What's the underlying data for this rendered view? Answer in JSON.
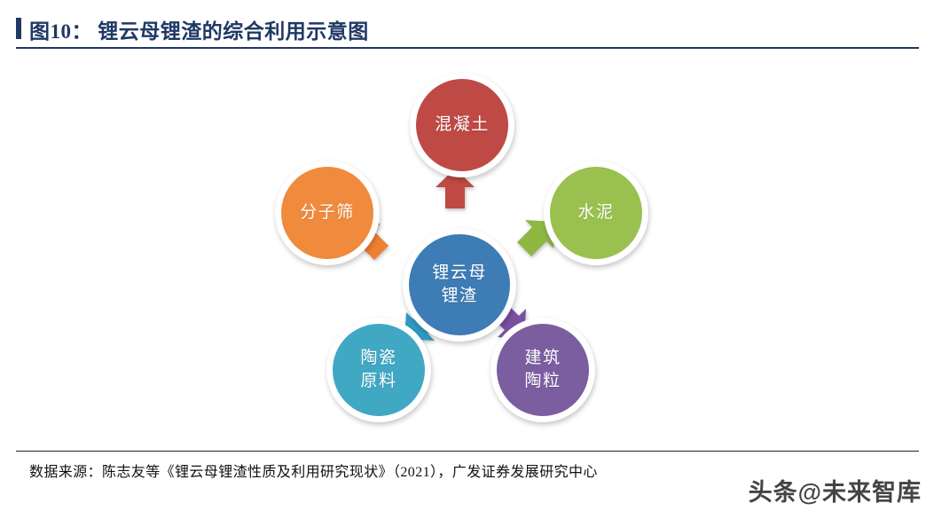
{
  "header": {
    "title": "图10： 锂云母锂渣的综合利用示意图",
    "accent_color": "#1F3864"
  },
  "diagram": {
    "type": "radial-hub-and-spoke",
    "center": {
      "id": "center",
      "label": "锂云母\n锂渣",
      "color": "#3E7CB5",
      "radius": 57
    },
    "spokes": [
      {
        "id": "concrete",
        "label": "混凝土",
        "color": "#BF4A45",
        "arrow_color": "#BF4A45",
        "direction": "up"
      },
      {
        "id": "cement",
        "label": "水泥",
        "color": "#9AC04F",
        "arrow_color": "#8FB842",
        "direction": "up-right"
      },
      {
        "id": "ceramsite",
        "label": "建筑\n陶粒",
        "color": "#7A5EA0",
        "arrow_color": "#7A4FA0",
        "direction": "down-right"
      },
      {
        "id": "ceramic",
        "label": "陶瓷\n原料",
        "color": "#41A8C4",
        "arrow_color": "#2F9AC0",
        "direction": "down-left"
      },
      {
        "id": "sieve",
        "label": "分子筛",
        "color": "#F08A3C",
        "arrow_color": "#EE8034",
        "direction": "up-left"
      }
    ]
  },
  "footer": {
    "source": "数据来源：陈志友等《锂云母锂渣性质及利用研究现状》（2021），广发证券发展研究中心",
    "watermark": "头条@未来智库"
  }
}
